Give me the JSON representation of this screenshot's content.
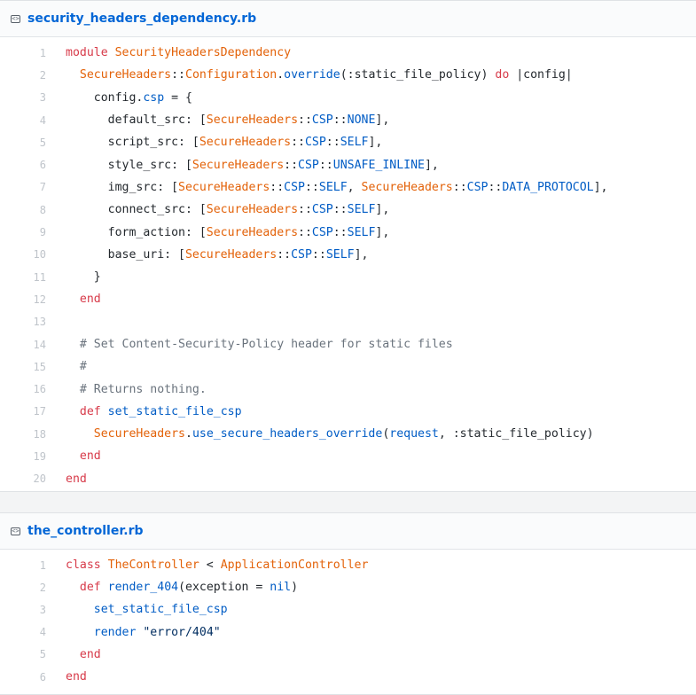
{
  "files": [
    {
      "name": "security_headers_dependency.rb",
      "lines": [
        {
          "n": "1",
          "tokens": [
            [
              "k",
              "module "
            ],
            [
              "c",
              "SecurityHeadersDependency"
            ]
          ]
        },
        {
          "n": "2",
          "tokens": [
            [
              "p",
              "  "
            ],
            [
              "c",
              "SecureHeaders"
            ],
            [
              "p",
              "::"
            ],
            [
              "c",
              "Configuration"
            ],
            [
              "p",
              "."
            ],
            [
              "b",
              "override"
            ],
            [
              "p",
              "(:static_file_policy) "
            ],
            [
              "k",
              "do"
            ],
            [
              "p",
              " |config|"
            ]
          ]
        },
        {
          "n": "3",
          "tokens": [
            [
              "p",
              "    config."
            ],
            [
              "b",
              "csp"
            ],
            [
              "p",
              " = {"
            ]
          ]
        },
        {
          "n": "4",
          "tokens": [
            [
              "p",
              "      default_src: ["
            ],
            [
              "c",
              "SecureHeaders"
            ],
            [
              "p",
              "::"
            ],
            [
              "b",
              "CSP"
            ],
            [
              "p",
              "::"
            ],
            [
              "b",
              "NONE"
            ],
            [
              "p",
              "],"
            ]
          ]
        },
        {
          "n": "5",
          "tokens": [
            [
              "p",
              "      script_src: ["
            ],
            [
              "c",
              "SecureHeaders"
            ],
            [
              "p",
              "::"
            ],
            [
              "b",
              "CSP"
            ],
            [
              "p",
              "::"
            ],
            [
              "b",
              "SELF"
            ],
            [
              "p",
              "],"
            ]
          ]
        },
        {
          "n": "6",
          "tokens": [
            [
              "p",
              "      style_src: ["
            ],
            [
              "c",
              "SecureHeaders"
            ],
            [
              "p",
              "::"
            ],
            [
              "b",
              "CSP"
            ],
            [
              "p",
              "::"
            ],
            [
              "b",
              "UNSAFE_INLINE"
            ],
            [
              "p",
              "],"
            ]
          ]
        },
        {
          "n": "7",
          "tokens": [
            [
              "p",
              "      img_src: ["
            ],
            [
              "c",
              "SecureHeaders"
            ],
            [
              "p",
              "::"
            ],
            [
              "b",
              "CSP"
            ],
            [
              "p",
              "::"
            ],
            [
              "b",
              "SELF"
            ],
            [
              "p",
              ", "
            ],
            [
              "c",
              "SecureHeaders"
            ],
            [
              "p",
              "::"
            ],
            [
              "b",
              "CSP"
            ],
            [
              "p",
              "::"
            ],
            [
              "b",
              "DATA_PROTOCOL"
            ],
            [
              "p",
              "],"
            ]
          ]
        },
        {
          "n": "8",
          "tokens": [
            [
              "p",
              "      connect_src: ["
            ],
            [
              "c",
              "SecureHeaders"
            ],
            [
              "p",
              "::"
            ],
            [
              "b",
              "CSP"
            ],
            [
              "p",
              "::"
            ],
            [
              "b",
              "SELF"
            ],
            [
              "p",
              "],"
            ]
          ]
        },
        {
          "n": "9",
          "tokens": [
            [
              "p",
              "      form_action: ["
            ],
            [
              "c",
              "SecureHeaders"
            ],
            [
              "p",
              "::"
            ],
            [
              "b",
              "CSP"
            ],
            [
              "p",
              "::"
            ],
            [
              "b",
              "SELF"
            ],
            [
              "p",
              "],"
            ]
          ]
        },
        {
          "n": "10",
          "tokens": [
            [
              "p",
              "      base_uri: ["
            ],
            [
              "c",
              "SecureHeaders"
            ],
            [
              "p",
              "::"
            ],
            [
              "b",
              "CSP"
            ],
            [
              "p",
              "::"
            ],
            [
              "b",
              "SELF"
            ],
            [
              "p",
              "],"
            ]
          ]
        },
        {
          "n": "11",
          "tokens": [
            [
              "p",
              "    }"
            ]
          ]
        },
        {
          "n": "12",
          "tokens": [
            [
              "p",
              "  "
            ],
            [
              "k",
              "end"
            ]
          ]
        },
        {
          "n": "13",
          "tokens": [
            [
              "p",
              ""
            ]
          ]
        },
        {
          "n": "14",
          "tokens": [
            [
              "p",
              "  "
            ],
            [
              "m",
              "# Set Content-Security-Policy header for static files"
            ]
          ]
        },
        {
          "n": "15",
          "tokens": [
            [
              "p",
              "  "
            ],
            [
              "m",
              "#"
            ]
          ]
        },
        {
          "n": "16",
          "tokens": [
            [
              "p",
              "  "
            ],
            [
              "m",
              "# Returns nothing."
            ]
          ]
        },
        {
          "n": "17",
          "tokens": [
            [
              "p",
              "  "
            ],
            [
              "k",
              "def"
            ],
            [
              "p",
              " "
            ],
            [
              "b",
              "set_static_file_csp"
            ]
          ]
        },
        {
          "n": "18",
          "tokens": [
            [
              "p",
              "    "
            ],
            [
              "c",
              "SecureHeaders"
            ],
            [
              "p",
              "."
            ],
            [
              "b",
              "use_secure_headers_override"
            ],
            [
              "p",
              "("
            ],
            [
              "b",
              "request"
            ],
            [
              "p",
              ", :static_file_policy)"
            ]
          ]
        },
        {
          "n": "19",
          "tokens": [
            [
              "p",
              "  "
            ],
            [
              "k",
              "end"
            ]
          ]
        },
        {
          "n": "20",
          "tokens": [
            [
              "k",
              "end"
            ]
          ]
        }
      ]
    },
    {
      "name": "the_controller.rb",
      "lines": [
        {
          "n": "1",
          "tokens": [
            [
              "k",
              "class "
            ],
            [
              "c",
              "TheController"
            ],
            [
              "p",
              " < "
            ],
            [
              "c",
              "ApplicationController"
            ]
          ]
        },
        {
          "n": "2",
          "tokens": [
            [
              "p",
              "  "
            ],
            [
              "k",
              "def"
            ],
            [
              "p",
              " "
            ],
            [
              "b",
              "render_404"
            ],
            [
              "p",
              "(exception = "
            ],
            [
              "b",
              "nil"
            ],
            [
              "p",
              ")"
            ]
          ]
        },
        {
          "n": "3",
          "tokens": [
            [
              "p",
              "    "
            ],
            [
              "b",
              "set_static_file_csp"
            ]
          ]
        },
        {
          "n": "4",
          "tokens": [
            [
              "p",
              "    "
            ],
            [
              "b",
              "render"
            ],
            [
              "p",
              " "
            ],
            [
              "s",
              "\"error/404\""
            ]
          ]
        },
        {
          "n": "5",
          "tokens": [
            [
              "p",
              "  "
            ],
            [
              "k",
              "end"
            ]
          ]
        },
        {
          "n": "6",
          "tokens": [
            [
              "k",
              "end"
            ]
          ]
        }
      ]
    }
  ],
  "icon": "code-file-icon"
}
